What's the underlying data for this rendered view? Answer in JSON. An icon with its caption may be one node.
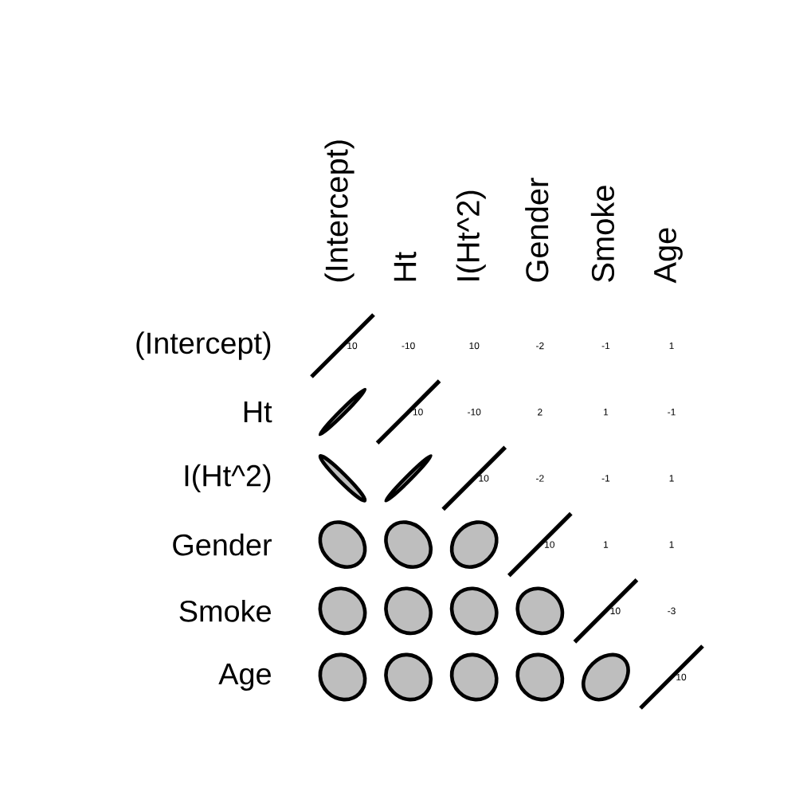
{
  "diagram": {
    "labels": [
      "(Intercept)",
      "Ht",
      "I(Ht^2)",
      "Gender",
      "Smoke",
      "Age",
      "(Intercept)",
      "10",
      "-10",
      "10",
      "-2",
      "-1",
      "1",
      "Ht",
      "10",
      "-10",
      "2",
      "1",
      "-1",
      "I(Ht^2)",
      "10",
      "-2",
      "-1",
      "1",
      "Gender",
      "10",
      "1",
      "1",
      "Smoke",
      "10",
      "-3",
      "Age",
      "10"
    ]
  }
}
